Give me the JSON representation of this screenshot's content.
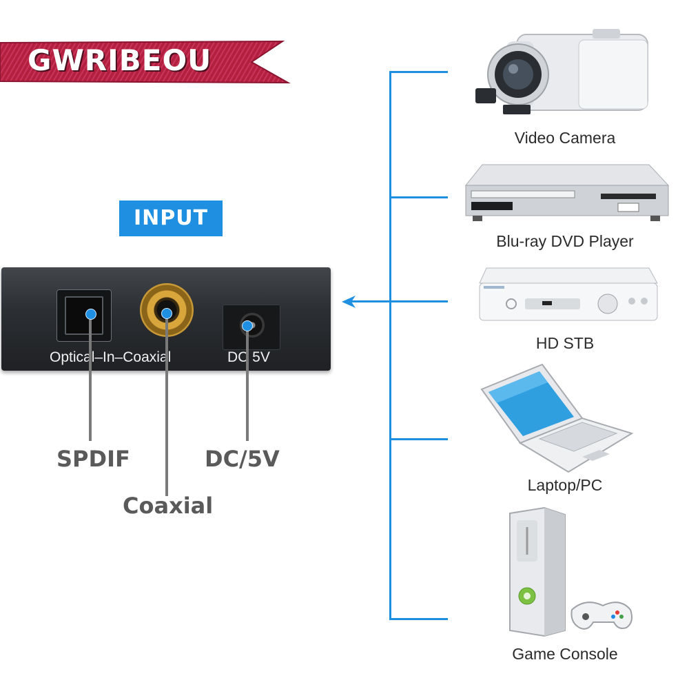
{
  "brand": {
    "name": "GWRIBEOU"
  },
  "input_badge": "INPUT",
  "device_panel": {
    "port_label": "Optical‒In‒Coaxial",
    "dc_label": "DC 5V"
  },
  "callouts": {
    "spdif": "SPDIF",
    "coaxial": "Coaxial",
    "dc": "DC/5V"
  },
  "sources": [
    {
      "label": "Video Camera",
      "icon": "video-camera-icon"
    },
    {
      "label": "Blu-ray DVD Player",
      "icon": "bluray-dvd-player-icon"
    },
    {
      "label": "HD STB",
      "icon": "hd-stb-icon"
    },
    {
      "label": "Laptop/PC",
      "icon": "laptop-icon"
    },
    {
      "label": "Game Console",
      "icon": "game-console-icon"
    }
  ],
  "colors": {
    "accent_blue": "#1e8fe1",
    "brand_red": "#b3203f",
    "panel": "#2c2f33",
    "callout_gray": "#5a5a5a"
  }
}
